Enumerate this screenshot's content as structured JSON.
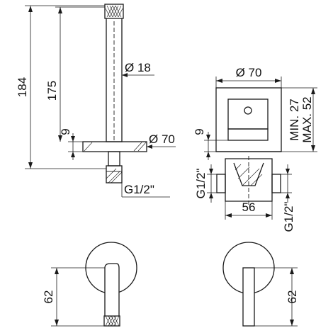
{
  "drawing": {
    "side_view": {
      "overall_height": "184",
      "spout_height": "175",
      "spout_diameter": "Ø 18",
      "plate_thickness": "9",
      "plate_diameter": "Ø 70",
      "connection": "G1/2\""
    },
    "mixer_view": {
      "plate_diameter": "Ø 70",
      "plate_thickness": "9",
      "depth_min": "MIN. 27",
      "depth_max": "MAX. 52",
      "inlet_left": "G1/2\"",
      "inlet_right": "G1/2\"",
      "body_width": "56"
    },
    "front_spout": {
      "height": "62"
    },
    "front_mixer": {
      "height": "62"
    }
  }
}
